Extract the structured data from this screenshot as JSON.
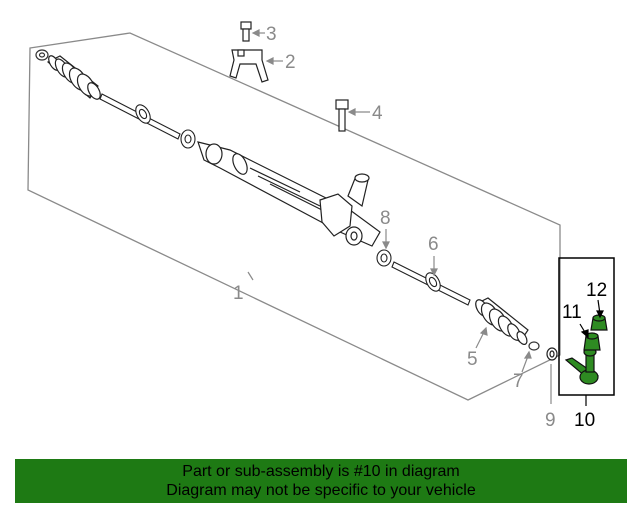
{
  "callouts": {
    "c1": "1",
    "c2": "2",
    "c3": "3",
    "c4": "4",
    "c5": "5",
    "c6": "6",
    "c7": "7",
    "c8": "8",
    "c9": "9",
    "c10": "10",
    "c11": "11",
    "c12": "12"
  },
  "colors": {
    "outline": "#8a8a8a",
    "highlight_part": "#2e8b22",
    "banner_bg": "#1e7a14"
  },
  "banner": {
    "line1": "Part or sub-assembly is #10 in diagram",
    "line2": "Diagram may not be specific to your vehicle"
  }
}
